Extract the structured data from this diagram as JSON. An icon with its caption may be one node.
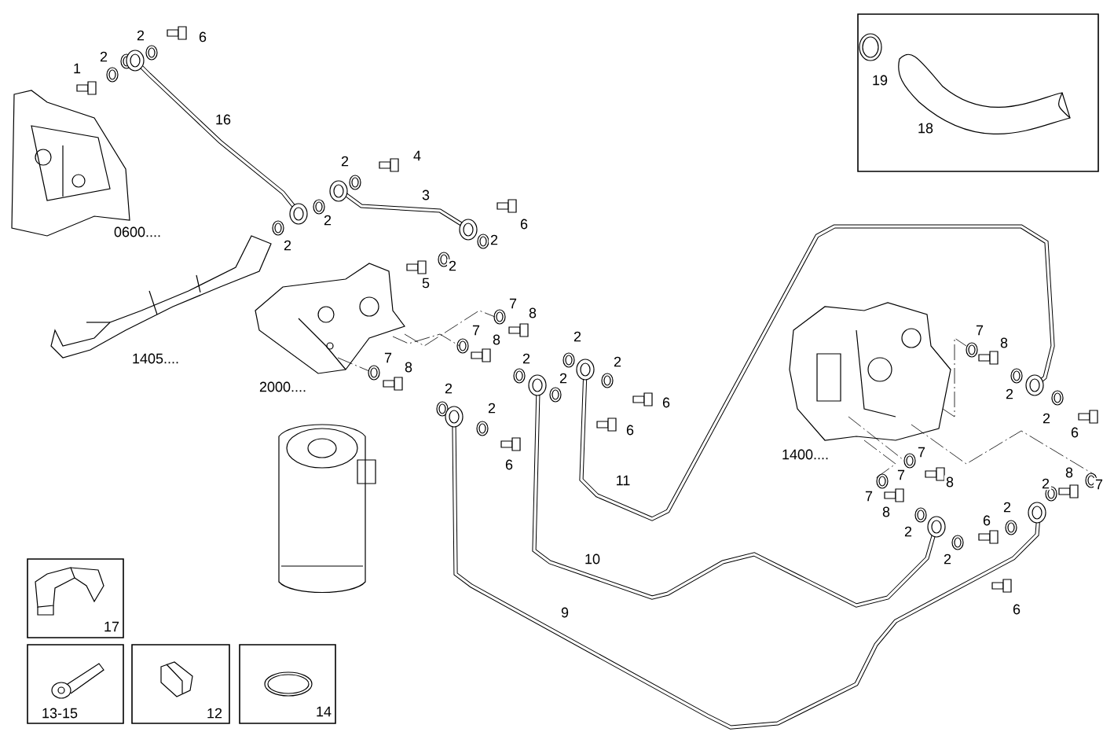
{
  "diagram": {
    "nodes": [
      {
        "text": [
          "19",
          "18"
        ]
      },
      {
        "text": [
          "17"
        ]
      },
      {
        "text": [
          "13-15"
        ]
      },
      {
        "text": [
          "12"
        ]
      },
      {
        "text": [
          "14"
        ]
      }
    ],
    "labels": [
      "2",
      "6",
      "1",
      "2",
      "16",
      "4",
      "2",
      "3",
      "0600....",
      "2",
      "6",
      "2",
      "2",
      "5",
      "2",
      "7",
      "8",
      "7",
      "8",
      "7",
      "8",
      "1405....",
      "2",
      "2",
      "2",
      "2",
      "2000....",
      "6",
      "6",
      "2",
      "2",
      "6",
      "11",
      "10",
      "9",
      "7",
      "8",
      "2",
      "2",
      "6",
      "1400....",
      "7",
      "8",
      "7",
      "7",
      "8",
      "2",
      "2",
      "6",
      "2",
      "2",
      "8",
      "7",
      "6"
    ]
  }
}
